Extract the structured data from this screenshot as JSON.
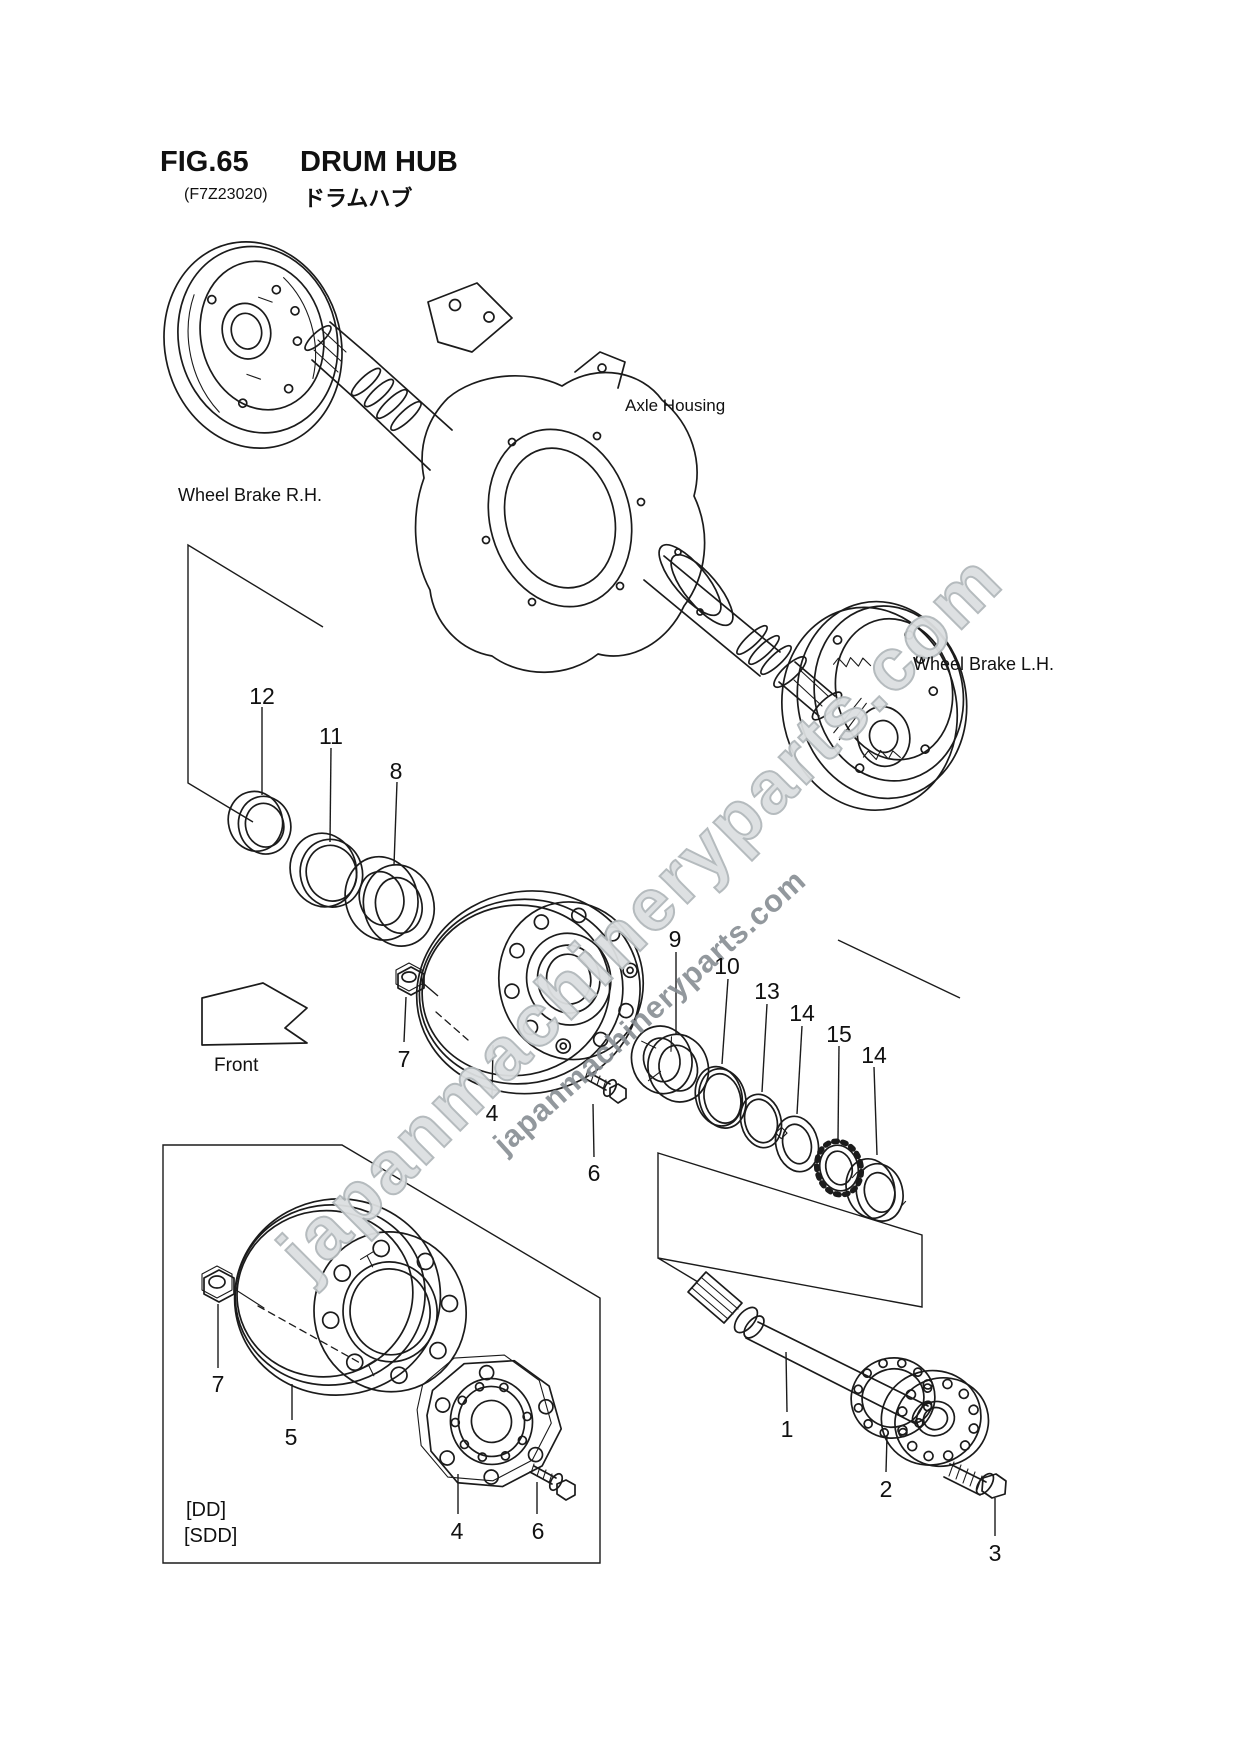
{
  "figure": {
    "number": "FIG.65",
    "title": "DRUM HUB",
    "code": "(F7Z23020)",
    "title_jp": "ドラムハブ"
  },
  "labels": {
    "wheel_brake_rh": "Wheel Brake R.H.",
    "axle_housing": "Axle Housing",
    "wheel_brake_lh": "Wheel Brake L.H.",
    "front": "Front",
    "variant_dd": "[DD]",
    "variant_sdd": "[SDD]"
  },
  "watermark": {
    "text": "japanmachineryparts.com",
    "large_fill": "#dcdfe1",
    "large_outline": "#b2b8bb",
    "small_color": "#878d93"
  },
  "drawing": {
    "line_color": "#1b1b1b",
    "background": "#ffffff"
  },
  "callouts": [
    {
      "label": "12"
    },
    {
      "label": "11"
    },
    {
      "label": "8"
    },
    {
      "label": "7"
    },
    {
      "label": "4"
    },
    {
      "label": "6"
    },
    {
      "label": "9"
    },
    {
      "label": "10"
    },
    {
      "label": "13"
    },
    {
      "label": "14"
    },
    {
      "label": "15"
    },
    {
      "label": "14"
    },
    {
      "label": "7"
    },
    {
      "label": "5"
    },
    {
      "label": "4"
    },
    {
      "label": "6"
    },
    {
      "label": "1"
    },
    {
      "label": "2"
    },
    {
      "label": "3"
    }
  ]
}
